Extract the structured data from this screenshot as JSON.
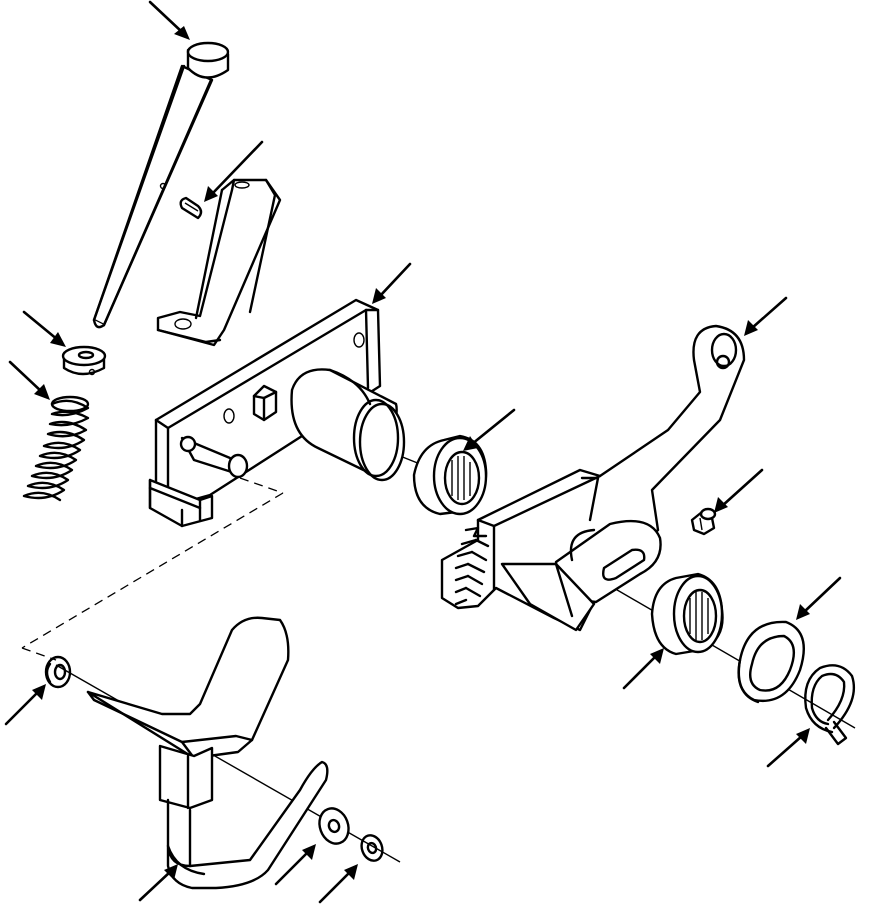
{
  "diagram": {
    "kind": "exploded parts illustration",
    "line_color": "#000000",
    "background": "#ffffff",
    "parts": [
      "pivot-pin",
      "cotter-pin",
      "link-bracket",
      "collar",
      "compression-spring",
      "mounting-plate",
      "needle-bearing-upper",
      "lever-arm",
      "grease-fitting",
      "needle-bearing-lower",
      "thrust-washer",
      "snap-ring-large",
      "e-clip-left",
      "pedal",
      "flat-washer",
      "e-clip-small"
    ],
    "callout_count": 16
  }
}
